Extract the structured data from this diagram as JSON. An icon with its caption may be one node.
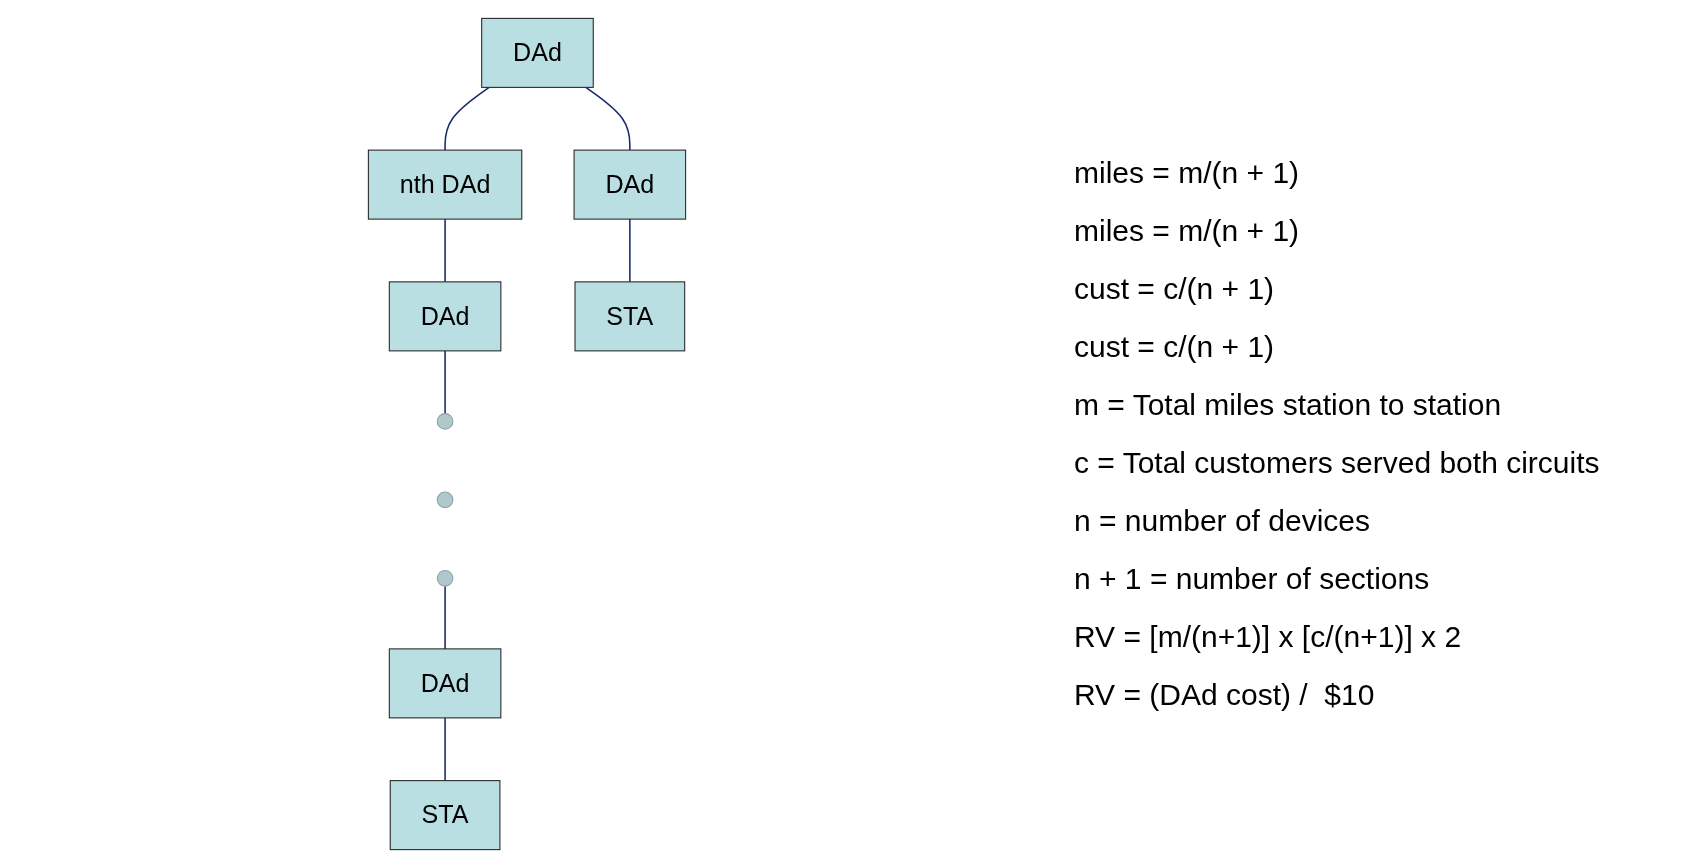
{
  "diagram": {
    "nodes": [
      {
        "text": [
          "DAd"
        ]
      },
      {
        "text": [
          "nth DAd"
        ]
      },
      {
        "text": [
          "DAd"
        ]
      },
      {
        "text": [
          "DAd"
        ]
      },
      {
        "text": [
          "STA"
        ]
      },
      {
        "text": [],
        "shape": "circle"
      },
      {
        "text": [],
        "shape": "circle"
      },
      {
        "text": [],
        "shape": "circle"
      },
      {
        "text": [
          "DAd"
        ]
      },
      {
        "text": [
          "STA"
        ]
      }
    ],
    "edges": [
      {
        "from": 0,
        "to": 1,
        "arrow": "none"
      },
      {
        "from": 1,
        "to": 2,
        "arrow": "none"
      },
      {
        "from": 0,
        "to": 3,
        "arrow": "none"
      },
      {
        "from": 3,
        "to": 4,
        "arrow": "none"
      },
      {
        "from": 2,
        "to": 5,
        "arrow": "none"
      },
      {
        "from": 7,
        "to": 8,
        "arrow": "none"
      },
      {
        "from": 8,
        "to": 9,
        "arrow": "none"
      }
    ],
    "labels": [
      "miles = m/(n + 1)",
      "miles = m/(n + 1)",
      "cust = c/(n + 1)",
      "cust = c/(n + 1)",
      "m = Total miles station to station",
      "c = Total customers served both circuits",
      "n = number of devices",
      "n + 1 = number of sections",
      "RV = [m/(n+1)] x [c/(n+1)] x 2",
      "RV = (DAd cost) /  $10"
    ]
  }
}
